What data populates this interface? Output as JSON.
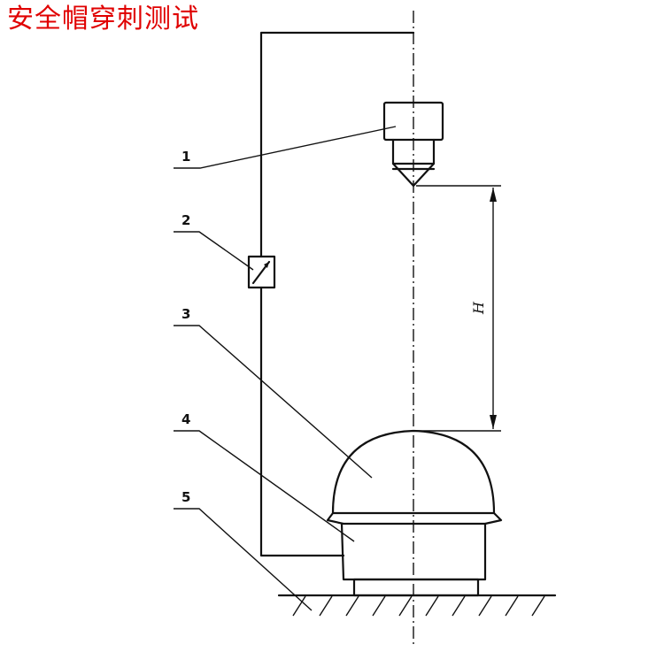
{
  "title": "安全帽穿刺测试",
  "labels": {
    "item1": "1",
    "item2": "2",
    "item3": "3",
    "item4": "4",
    "item5": "5",
    "height": "H"
  },
  "colors": {
    "title": "#e00000",
    "line": "#111111",
    "background": "#ffffff"
  }
}
